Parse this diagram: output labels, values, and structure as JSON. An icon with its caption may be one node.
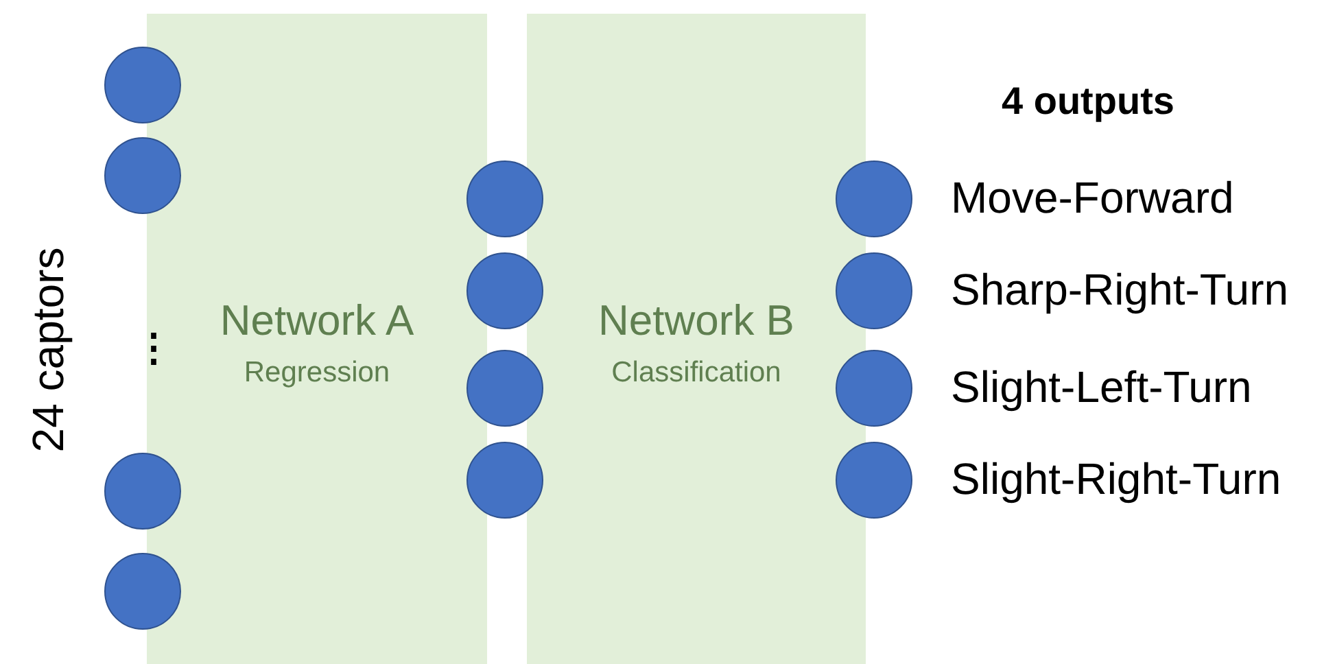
{
  "diagram": {
    "nodes": [
      {
        "text": [
          "Network A",
          "Regression"
        ]
      },
      {
        "text": [
          "Network B",
          "Classification"
        ]
      },
      {
        "text": [],
        "shape": "circle"
      },
      {
        "text": [],
        "shape": "circle"
      },
      {
        "text": [],
        "shape": "circle"
      },
      {
        "text": [],
        "shape": "circle"
      },
      {
        "text": [],
        "shape": "circle"
      },
      {
        "text": [],
        "shape": "circle"
      },
      {
        "text": [],
        "shape": "circle"
      },
      {
        "text": [],
        "shape": "circle"
      },
      {
        "text": [],
        "shape": "circle",
        "beside": [
          "Move-Forward"
        ]
      },
      {
        "text": [],
        "shape": "circle",
        "beside": [
          "Sharp-Right-Turn"
        ]
      },
      {
        "text": [],
        "shape": "circle",
        "beside": [
          "Slight-Left-Turn"
        ]
      },
      {
        "text": [],
        "shape": "circle",
        "beside": [
          "Slight-Right-Turn"
        ]
      }
    ],
    "edges": [],
    "labels": [
      "4 outputs",
      "24 captors",
      "⋮"
    ]
  }
}
